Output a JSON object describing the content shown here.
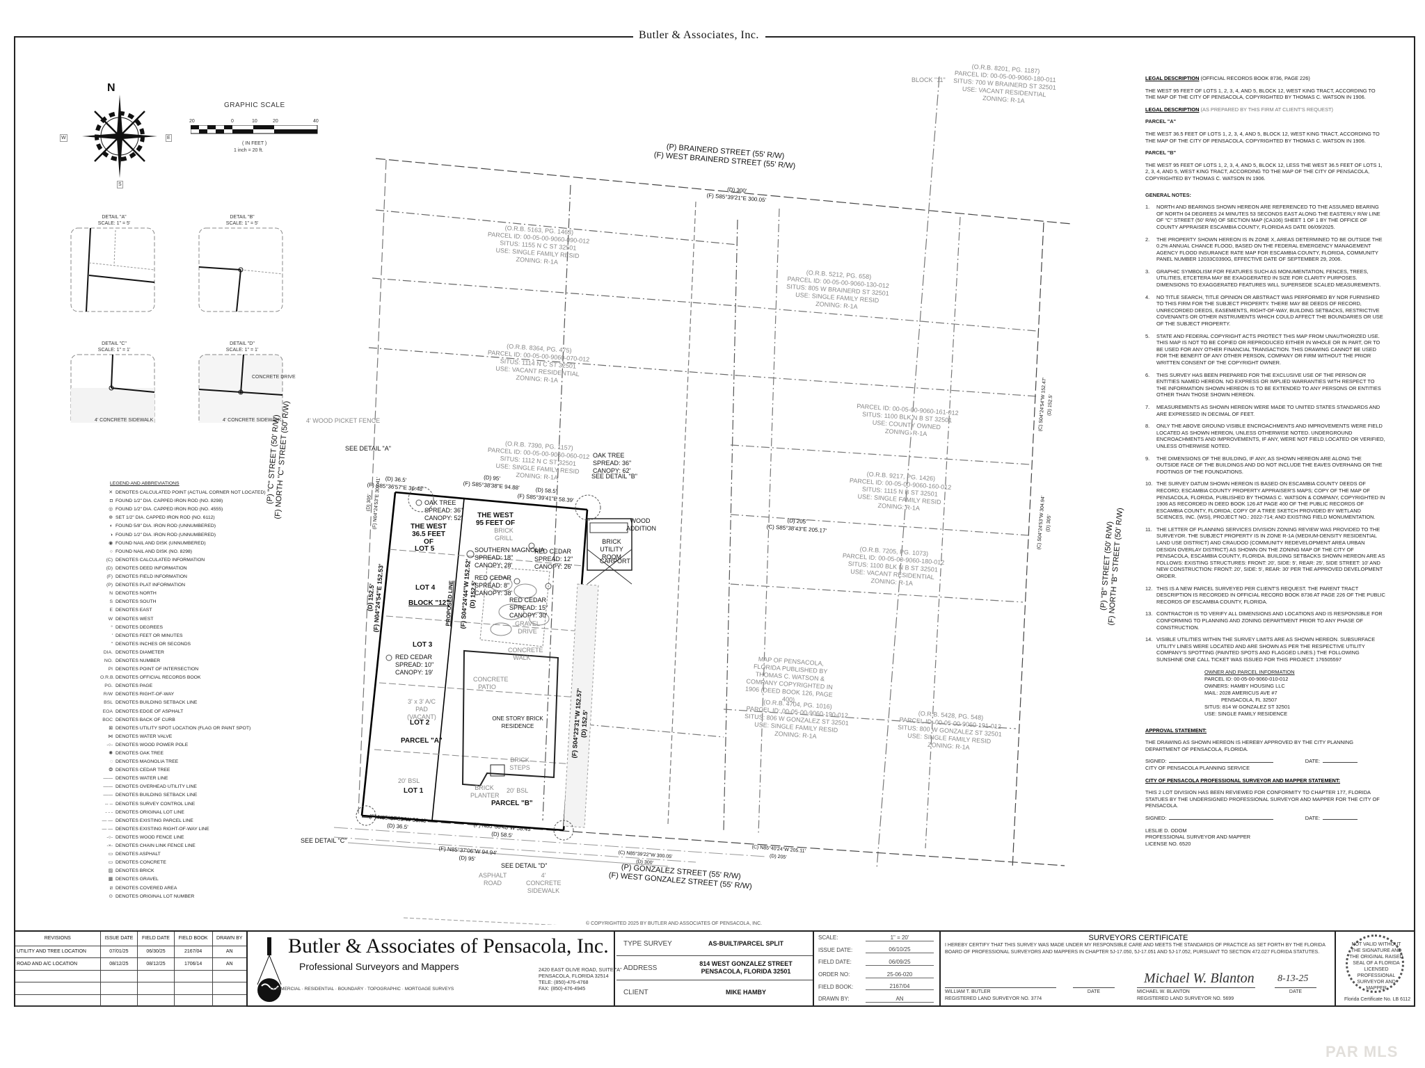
{
  "header": {
    "title": "Butler & Associates, Inc."
  },
  "north_arrow": {
    "label": "N",
    "east": "E",
    "west": "W",
    "south": "S"
  },
  "graphic_scale": {
    "title": "GRAPHIC SCALE",
    "ticks": [
      "20",
      "0",
      "10",
      "20",
      "40"
    ],
    "unit": "( IN FEET )",
    "ratio": "1 inch = 20 ft."
  },
  "details": [
    {
      "name": "DETAIL \"A\"",
      "scale": "SCALE: 1\" = 5'"
    },
    {
      "name": "DETAIL \"B\"",
      "scale": "SCALE: 1\" = 5'"
    },
    {
      "name": "DETAIL \"C\"",
      "scale": "SCALE: 1\" = 1'",
      "note": "4' CONCRETE SIDEWALK"
    },
    {
      "name": "DETAIL \"D\"",
      "scale": "SCALE: 1\" = 1'",
      "note": "4' CONCRETE SIDEWALK",
      "note2": "CONCRETE DRIVE"
    }
  ],
  "legend": {
    "title": "LEGEND AND ABBREVIATIONS",
    "items": [
      {
        "sym": "✕",
        "text": "DENOTES CALCULATED POINT (ACTUAL CORNER NOT LOCATED)"
      },
      {
        "sym": "◘",
        "text": "FOUND 1/2\" DIA. CAPPED IRON ROD (NO. 8298)"
      },
      {
        "sym": "◎",
        "text": "FOUND 1/2\" DIA. CAPPED IRON ROD (NO. 4555)"
      },
      {
        "sym": "⊕",
        "text": "SET 1/2\" DIA. CAPPED IRON ROD (NO. 6112)"
      },
      {
        "sym": "◐",
        "text": "FOUND 5/8\" DIA. IRON ROD (UNNUMBERED)"
      },
      {
        "sym": "◑",
        "text": "FOUND 1/2\" DIA. IRON ROD (UNNUMBERED)"
      },
      {
        "sym": "◉",
        "text": "FOUND NAIL AND DISK (UNNUMBERED)"
      },
      {
        "sym": "○",
        "text": "FOUND NAIL AND DISK (NO. 8298)"
      },
      {
        "sym": "(C)",
        "text": "DENOTES CALCULATED INFORMATION"
      },
      {
        "sym": "(D)",
        "text": "DENOTES DEED INFORMATION"
      },
      {
        "sym": "(F)",
        "text": "DENOTES FIELD INFORMATION"
      },
      {
        "sym": "(P)",
        "text": "DENOTES PLAT INFORMATION"
      },
      {
        "sym": "N",
        "text": "DENOTES NORTH"
      },
      {
        "sym": "S",
        "text": "DENOTES SOUTH"
      },
      {
        "sym": "E",
        "text": "DENOTES EAST"
      },
      {
        "sym": "W",
        "text": "DENOTES WEST"
      },
      {
        "sym": "°",
        "text": "DENOTES DEGREES"
      },
      {
        "sym": "'",
        "text": "DENOTES FEET OR MINUTES"
      },
      {
        "sym": "\"",
        "text": "DENOTES INCHES OR SECONDS"
      },
      {
        "sym": "DIA.",
        "text": "DENOTES DIAMETER"
      },
      {
        "sym": "NO.",
        "text": "DENOTES NUMBER"
      },
      {
        "sym": "PI",
        "text": "DENOTES POINT OF INTERSECTION"
      },
      {
        "sym": "O.R.B.",
        "text": "DENOTES OFFICIAL RECORDS BOOK"
      },
      {
        "sym": "PG.",
        "text": "DENOTES PAGE"
      },
      {
        "sym": "R/W",
        "text": "DENOTES RIGHT-OF-WAY"
      },
      {
        "sym": "BSL",
        "text": "DENOTES BUILDING SETBACK LINE"
      },
      {
        "sym": "EOA",
        "text": "DENOTES EDGE OF ASPHALT"
      },
      {
        "sym": "BOC",
        "text": "DENOTES BACK OF CURB"
      },
      {
        "sym": "⊠",
        "text": "DENOTES UTILITY SPOT LOCATION (FLAG OR PAINT SPOT)"
      },
      {
        "sym": "⋈",
        "text": "DENOTES WATER VALVE"
      },
      {
        "sym": "-○-",
        "text": "DENOTES WOOD POWER POLE"
      },
      {
        "sym": "✺",
        "text": "DENOTES OAK TREE"
      },
      {
        "sym": "◌",
        "text": "DENOTES MAGNOLIA TREE"
      },
      {
        "sym": "❂",
        "text": "DENOTES CEDAR TREE"
      },
      {
        "sym": "——",
        "text": "DENOTES WATER LINE"
      },
      {
        "sym": "——",
        "text": "DENOTES OVERHEAD UTILITY LINE"
      },
      {
        "sym": "——",
        "text": "DENOTES BUILDING SETBACK LINE"
      },
      {
        "sym": "-- --",
        "text": "DENOTES SURVEY CONTROL LINE"
      },
      {
        "sym": "- - -",
        "text": "DENOTES ORIGINAL LOT LINE"
      },
      {
        "sym": "— —",
        "text": "DENOTES EXISTING PARCEL LINE"
      },
      {
        "sym": "— —",
        "text": "DENOTES EXISTING RIGHT-OF-WAY LINE"
      },
      {
        "sym": "-○-",
        "text": "DENOTES WOOD FENCE LINE"
      },
      {
        "sym": "-×-",
        "text": "DENOTES CHAIN LINK FENCE LINE"
      },
      {
        "sym": "▭",
        "text": "DENOTES ASPHALT"
      },
      {
        "sym": "▭",
        "text": "DENOTES CONCRETE"
      },
      {
        "sym": "▨",
        "text": "DENOTES BRICK"
      },
      {
        "sym": "▦",
        "text": "DENOTES GRAVEL"
      },
      {
        "sym": "⧄",
        "text": "DENOTES COVERED AREA"
      },
      {
        "sym": "⊙",
        "text": "DENOTES ORIGINAL LOT NUMBER"
      }
    ]
  },
  "plan": {
    "streets": {
      "north_p": "(P) BRAINERD STREET (55' R/W)",
      "north_f": "(F) WEST BRAINERD STREET (55' R/W)",
      "south_p": "(P) GONZALEZ STREET (55' R/W)",
      "south_f": "(F) WEST GONZALEZ STREET (55' R/W)",
      "west_p": "(P) \"C\" STREET (50' R/W)",
      "west_f": "(F) NORTH \"C\" STREET (50' R/W)",
      "east_p": "(P) \"B\" STREET (50' R/W)",
      "east_f": "(F) NORTH \"B\" STREET (50' R/W)"
    },
    "bearings": {
      "north_d": "(D) 300'",
      "north_f": "(F) S85°39'21\"E 300.05'",
      "mid_d": "(D) 205'",
      "mid_c": "(C) S85°38'43\"E 205.17'",
      "top_a_d": "(D) 36.5'",
      "top_a_f": "(F) S85°36'57\"E 36.48'",
      "top_95_d": "(D) 95'",
      "top_95_f": "(F) S85°38'38\"E 94.88'",
      "top_b_d": "(D) 58.5'",
      "top_b_f": "(F) S85°39'41\"E 58.39'",
      "bot_a_f": "(F) N85°37'35\"W 36.49'",
      "bot_a_d": "(D) 36.5'",
      "bot_b_f": "(F) N85°36'48\"W 58.45'",
      "bot_b_d": "(D) 58.5'",
      "bot_95_f": "(F) N85°37'06\"W 94.94'",
      "bot_95_d": "(D) 95'",
      "south_c": "(C) N85°39'22\"W 300.05'",
      "south_d": "(D) 300'",
      "south_e_c": "(C) N85°40'24\"W 205.11'",
      "south_e_d": "(D) 205'",
      "west_d": "(D) 305'",
      "west_f": "(F) N04°24'53\"E 303.41'",
      "west_lot_d": "(D) 152.5'",
      "west_lot_f": "(F) N04°24'54\"E 152.53'",
      "prop_f": "(F) S04°24'44\"W 152.52'",
      "prop_d": "(D) 152.5'",
      "east_lot_f": "(F) S04°23'31\"W 152.57'",
      "east_lot_d": "(D) 152.5'",
      "east_c": "(C) S04°24'53\"W 304.94'",
      "east_d": "(D) 305'",
      "east_top_c": "(C) S04°24'54\"W 152.47'",
      "east_top_d": "(D) 152.5'"
    },
    "labels": {
      "west_365": "THE WEST 36.5 FEET OF",
      "lot5": "LOT 5",
      "lot4": "LOT 4",
      "block": "BLOCK \"12\"",
      "lot3": "LOT 3",
      "lot2": "LOT 2",
      "parcel_a": "PARCEL \"A\"",
      "lot1": "LOT 1",
      "west_95": "THE WEST 95 FEET OF",
      "parcel_b": "PARCEL \"B\"",
      "residence": "ONE STORY BRICK RESIDENCE",
      "proposed": "PROPOSED LINE",
      "utility": "BRICK UTILITY ROOM",
      "carport": "CARPORT",
      "wood_add": "WOOD ADDITION",
      "gravel": "GRAVEL DRIVE",
      "walk": "CONCRETE WALK",
      "patio": "CONCRETE PATIO",
      "planter": "BRICK PLANTER",
      "steps": "BRICK STEPS",
      "ac_pad": "3' x 3' A/C PAD (VACANT)",
      "grill": "BRICK GRILL",
      "asphalt": "ASPHALT ROAD",
      "sidewalk": "4' CONCRETE SIDEWALK",
      "see_a": "SEE DETAIL \"A\"",
      "see_b": "SEE DETAIL \"B\"",
      "see_c": "SEE DETAIL \"C\"",
      "see_d": "SEE DETAIL \"D\"",
      "fence": "4' WOOD PICKET FENCE",
      "bsl": "20' BSL"
    },
    "trees": [
      {
        "label": "OAK TREE",
        "spread": "SPREAD: 36\"",
        "canopy": "CANOPY: 52'"
      },
      {
        "label": "SOUTHERN MAGNOLIA",
        "spread": "SPREAD: 18\"",
        "canopy": "CANOPY: 28'"
      },
      {
        "label": "RED CEDAR",
        "spread": "SPREAD: 12\"",
        "canopy": "CANOPY: 26'"
      },
      {
        "label": "RED CEDAR",
        "spread": "SPREAD: 8\"",
        "canopy": "CANOPY: 38'"
      },
      {
        "label": "RED CEDAR",
        "spread": "SPREAD: 15\"",
        "canopy": "CANOPY: 30'"
      },
      {
        "label": "RED CEDAR",
        "spread": "SPREAD: 10\"",
        "canopy": "CANOPY: 19'"
      },
      {
        "label": "OAK TREE",
        "spread": "SPREAD: 36\"",
        "canopy": "CANOPY: 62'"
      }
    ],
    "neighbors": [
      {
        "orb": "(O.R.B. 8201, PG. 1187)",
        "parcel": "PARCEL ID: 00-05-00-9060-180-011",
        "situs": "SITUS: 700 W BRAINERD ST 32501",
        "use": "USE: VACANT RESIDENTIAL",
        "zoning": "ZONING: R-1A"
      },
      {
        "orb": "(O.R.B. 5163, PG. 1463)",
        "parcel": "PARCEL ID: 00-05-00-9060-090-012",
        "situs": "SITUS: 1155 N C ST 32501",
        "use": "USE: SINGLE FAMILY RESID",
        "zoning": "ZONING: R-1A"
      },
      {
        "orb": "(O.R.B. 8364, PG. 475)",
        "parcel": "PARCEL ID: 00-05-00-9060-070-012",
        "situs": "SITUS: 1114 N C ST 32501",
        "use": "USE: VACANT RESIDENTIAL",
        "zoning": "ZONING: R-1A"
      },
      {
        "orb": "(O.R.B. 7390, PG. 1157)",
        "parcel": "PARCEL ID: 00-05-00-9060-060-012",
        "situs": "SITUS: 1112 N C ST 32501",
        "use": "USE: SINGLE FAMILY RESID",
        "zoning": "ZONING: R-1A"
      },
      {
        "orb": "(O.R.B. 5212, PG. 658)",
        "parcel": "PARCEL ID: 00-05-00-9060-130-012",
        "situs": "SITUS: 805 W BRAINERD ST 32501",
        "use": "USE: SINGLE FAMILY RESID",
        "zoning": "ZONING: R-1A"
      },
      {
        "orb": "",
        "parcel": "PARCEL ID: 00-05-00-9060-161-012",
        "situs": "SITUS: 1100 BLK N B ST 32501",
        "use": "USE: COUNTY OWNED",
        "zoning": "ZONING: R-1A"
      },
      {
        "orb": "(O.R.B. 9217, PG. 1426)",
        "parcel": "PARCEL ID: 00-05-00-9060-160-012",
        "situs": "SITUS: 1115 N B ST 32501",
        "use": "USE: SINGLE FAMILY RESID",
        "zoning": "ZONING: R-1A"
      },
      {
        "orb": "(O.R.B. 7205, PG. 1073)",
        "parcel": "PARCEL ID: 00-05-00-9060-180-012",
        "situs": "SITUS: 1100 BLK N B ST 32501",
        "use": "USE: VACANT RESIDENTIAL",
        "zoning": "ZONING: R-1A"
      },
      {
        "orb": "(O.R.B. 4704, PG. 1016)",
        "parcel": "PARCEL ID: 00-05-00-9060-190-012",
        "situs": "SITUS: 806 W GONZALEZ ST 32501",
        "use": "USE: SINGLE FAMILY RESID",
        "zoning": "ZONING: R-1A"
      },
      {
        "orb": "(O.R.B. 5428, PG. 548)",
        "parcel": "PARCEL ID: 00-05-00-9060-191-012",
        "situs": "SITUS: 800 W GONZALEZ ST 32501",
        "use": "USE: SINGLE FAMILY RESID",
        "zoning": "ZONING: R-1A"
      }
    ],
    "map_note": "MAP OF PENSACOLA, FLORIDA PUBLISHED BY THOMAS C. WATSON & COMPANY COPYRIGHTED IN 1906 (DEED BOOK 126, PAGE 400)",
    "block_label": "BLOCK \"11\""
  },
  "notes": {
    "legal1_title": "LEGAL DESCRIPTION",
    "legal1_sub": "(OFFICIAL RECORDS BOOK 8736, PAGE 226)",
    "legal1_text": "THE WEST 95 FEET OF LOTS 1, 2, 3, 4, AND 5, BLOCK 12, WEST KING TRACT, ACCORDING TO THE MAP OF THE CITY OF PENSACOLA, COPYRIGHTED BY THOMAS C. WATSON IN 1906.",
    "legal2_title": "LEGAL DESCRIPTION",
    "legal2_sub": "(AS PREPARED BY THIS FIRM AT CLIENT'S REQUEST)",
    "parcel_a_title": "PARCEL \"A\"",
    "parcel_a_text": "THE WEST 36.5 FEET OF LOTS 1, 2, 3, 4, AND 5, BLOCK 12, WEST KING TRACT, ACCORDING TO THE MAP OF THE CITY OF PENSACOLA, COPYRIGHTED BY THOMAS C. WATSON IN 1906.",
    "parcel_b_title": "PARCEL \"B\"",
    "parcel_b_text": "THE WEST 95 FEET OF LOTS 1, 2, 3, 4, AND 5, BLOCK 12, LESS THE WEST 36.5 FEET OF LOTS 1, 2, 3, 4, AND 5, WEST KING TRACT, ACCORDING TO THE MAP OF THE CITY OF PENSACOLA, COPYRIGHTED BY THOMAS C. WATSON IN 1906.",
    "general_title": "GENERAL NOTES:",
    "general": [
      "NORTH AND BEARINGS SHOWN HEREON ARE REFERENCED TO THE ASSUMED BEARING OF NORTH 04 DEGREES 24 MINUTES 53 SECONDS EAST ALONG THE EASTERLY R/W LINE OF \"C\" STREET (50' R/W) OF SECTION MAP (CA106) SHEET 1 OF 1 BY THE OFFICE OF COUNTY APPRAISER ESCAMBIA COUNTY, FLORIDA AS DATE 06/09/2025.",
      "THE PROPERTY SHOWN HEREON IS IN ZONE X, AREAS DETERMINED TO BE OUTSIDE THE 0.2% ANNUAL CHANCE FLOOD, BASED ON THE FEDERAL EMERGENCY MANAGEMENT AGENCY FLOOD INSURANCE RATE MAP FOR ESCAMBIA COUNTY, FLORIDA, COMMUNITY PANEL NUMBER 12033C0390G, EFFECTIVE DATE OF SEPTEMBER 29, 2006.",
      "GRAPHIC SYMBOLISM FOR FEATURES SUCH AS MONUMENTATION, FENCES, TREES, UTILITIES, ETCETERA MAY BE EXAGGERATED IN SIZE FOR CLARITY PURPOSES. DIMENSIONS TO EXAGGERATED FEATURES WILL SUPERSEDE SCALED MEASUREMENTS.",
      "NO TITLE SEARCH, TITLE OPINION OR ABSTRACT WAS PERFORMED BY NOR FURNISHED TO THIS FIRM FOR THE SUBJECT PROPERTY. THERE MAY BE DEEDS OF RECORD, UNRECORDED DEEDS, EASEMENTS, RIGHT-OF-WAY, BUILDING SETBACKS, RESTRICTIVE COVENANTS OR OTHER INSTRUMENTS WHICH COULD AFFECT THE BOUNDARIES OR USE OF THE SUBJECT PROPERTY.",
      "STATE AND FEDERAL COPYRIGHT ACTS PROTECT THIS MAP FROM UNAUTHORIZED USE. THIS MAP IS NOT TO BE COPIED OR REPRODUCED EITHER IN WHOLE OR IN PART, OR TO BE USED FOR ANY OTHER FINANCIAL TRANSACTION. THIS DRAWING CANNOT BE USED FOR THE BENEFIT OF ANY OTHER PERSON, COMPANY OR FIRM WITHOUT THE PRIOR WRITTEN CONSENT OF THE COPYRIGHT OWNER.",
      "THIS SURVEY HAS BEEN PREPARED FOR THE EXCLUSIVE USE OF THE PERSON OR ENTITIES NAMED HEREON. NO EXPRESS OR IMPLIED WARRANTIES WITH RESPECT TO THE INFORMATION SHOWN HEREON IS TO BE EXTENDED TO ANY PERSONS OR ENTITIES OTHER THAN THOSE SHOWN HEREON.",
      "MEASUREMENTS AS SHOWN HEREON WERE MADE TO UNITED STATES STANDARDS AND ARE EXPRESSED IN DECIMAL OF FEET.",
      "ONLY THE ABOVE GROUND VISIBLE ENCROACHMENTS AND IMPROVEMENTS WERE FIELD LOCATED AS SHOWN HEREON, UNLESS OTHERWISE NOTED. UNDERGROUND ENCROACHMENTS AND IMPROVEMENTS, IF ANY, WERE NOT FIELD LOCATED OR VERIFIED, UNLESS OTHERWISE NOTED.",
      "THE DIMENSIONS OF THE BUILDING, IF ANY, AS SHOWN HEREON ARE ALONG THE OUTSIDE FACE OF THE BUILDINGS AND DO NOT INCLUDE THE EAVES OVERHANG OR THE FOOTINGS OF THE FOUNDATIONS.",
      "THE SURVEY DATUM SHOWN HEREON IS BASED ON ESCAMBIA COUNTY DEEDS OF RECORD; ESCAMBIA COUNTY PROPERTY APPRAISER'S MAPS; COPY OF THE MAP OF PENSACOLA, FLORIDA, PUBLISHED BY THOMAS C. WATSON & COMPANY, COPYRIGHTED IN 1906 AS RECORDED IN DEED BOOK 126 AT PAGE 400 OF THE PUBLIC RECORDS OF ESCAMBIA COUNTY, FLORIDA; COPY OF A TREE SKETCH PROVIDED BY WETLAND SCIENCES, INC. (WSI), PROJECT NO.: 2022-714; AND EXISTING FIELD MONUMENTATION.",
      "THE LETTER OF PLANNING SERVICES DIVISION ZONING REVIEW WAS PROVIDED TO THE SURVEYOR. THE SUBJECT PROPERTY IS IN ZONE R-1A (MEDIUM-DENSITY RESIDENTIAL LAND USE DISTRICT) AND CRAUDOD (COMMUNITY REDEVELOPMENT AREA URBAN DESIGN OVERLAY DISTRICT) AS SHOWN ON THE ZONING MAP OF THE CITY OF PENSACOLA, ESCAMBIA COUNTY, FLORIDA. BUILDING SETBACKS SHOWN HEREON ARE AS FOLLOWS: EXISTING STRUCTURES: FRONT: 20', SIDE: 5', REAR: 25', SIDE STREET: 10' AND NEW CONSTRUCTION: FRONT: 20', SIDE: 5', REAR: 30' PER THE APPROVED DEVELOPMENT ORDER.",
      "THIS IS A NEW PARCEL SURVEYED PER CLIENT'S REQUEST. THE PARENT TRACT DESCRIPTION IS RECORDED IN OFFICIAL RECORD BOOK 8736 AT PAGE 226 OF THE PUBLIC RECORDS OF ESCAMBIA COUNTY, FLORIDA.",
      "CONTRACTOR IS TO VERIFY ALL DIMENSIONS AND LOCATIONS AND IS RESPONSIBLE FOR CONFORMING TO PLANNING AND ZONING DEPARTMENT PRIOR TO ANY PHASE OF CONSTRUCTION.",
      "VISIBLE UTILITIES WITHIN THE SURVEY LIMITS ARE AS SHOWN HEREON. SUBSURFACE UTILITY LINES WERE LOCATED AND ARE SHOWN AS PER THE RESPECTIVE UTILITY COMPANY'S SPOTTING (PAINTED SPOTS AND FLAGGED LINES.) THE FOLLOWING SUNSHINE ONE CALL TICKET WAS ISSUED FOR THIS PROJECT: 176505597"
    ],
    "owner": {
      "title": "OWNER AND PARCEL INFORMATION",
      "parcel_id": "PARCEL ID: 00-05-00-9060-010-012",
      "owners": "OWNERS: HAMBY HOUSING LLC",
      "mail1": "MAIL: 2028 AMERICUS AVE #7",
      "mail2": "PENSACOLA, FL 32507",
      "situs": "SITUS: 814 W GONZALEZ ST 32501",
      "use": "USE: SINGLE FAMILY RESIDENCE"
    },
    "approval": {
      "title": "APPROVAL STATEMENT:",
      "text": "THE DRAWING AS SHOWN HEREON IS HEREBY APPROVED BY THE CITY PLANNING DEPARTMENT OF PENSACOLA, FLORIDA.",
      "signed": "SIGNED:",
      "date": "DATE:",
      "by": "CITY OF PENSACOLA PLANNING SERVICE"
    },
    "city_surveyor": {
      "title": "CITY OF PENSACOLA PROFESSIONAL SURVEYOR AND MAPPER STATEMENT:",
      "text": "THIS 2 LOT DIVISION HAS BEEN REVIEWED FOR CONFORMITY TO CHAPTER 177, FLORIDA STATUES BY THE UNDERSIGNED PROFESSIONAL SURVEYOR AND MAPPER FOR THE CITY OF PENSACOLA.",
      "signed": "SIGNED:",
      "date": "DATE:",
      "name": "LESLIE D. ODOM",
      "role": "PROFESSIONAL SURVEYOR AND MAPPER",
      "license": "LICENSE NO. 6520"
    }
  },
  "title_block": {
    "revisions": {
      "headers": [
        "REVISIONS",
        "ISSUE DATE",
        "FIELD DATE",
        "FIELD BOOK",
        "DRAWN BY"
      ],
      "rows": [
        [
          "UTILITY AND TREE LOCATION",
          "07/01/25",
          "06/30/25",
          "2167/04",
          "AN"
        ],
        [
          "ROAD AND A/C LOCATION",
          "08/12/25",
          "08/12/25",
          "1706/14",
          "AN"
        ],
        [
          "",
          "",
          "",
          "",
          ""
        ],
        [
          "",
          "",
          "",
          "",
          ""
        ],
        [
          "",
          "",
          "",
          "",
          ""
        ]
      ]
    },
    "company": {
      "name": "Butler & Associates of Pensacola, Inc.",
      "tagline": "Professional Surveyors and Mappers",
      "services": "COMMERCIAL · RESIDENTIAL · BOUNDARY · TOPOGRAPHIC · MORTGAGE SURVEYS",
      "addr1": "2420 EAST OLIVE ROAD, SUITE \"A\"",
      "addr2": "PENSACOLA, FLORIDA  32514",
      "tele": "TELE: (850)-476-4768",
      "fax": "FAX: (850)-476-4945"
    },
    "survey": {
      "type_label": "TYPE SURVEY",
      "type_value": "AS-BUILT/PARCEL SPLIT",
      "address_label": "ADDRESS",
      "address_line1": "814 WEST GONZALEZ STREET",
      "address_line2": "PENSACOLA, FLORIDA 32501",
      "client_label": "CLIENT",
      "client_value": "MIKE HAMBY"
    },
    "meta": [
      {
        "k": "SCALE:",
        "v": "1\" = 20'"
      },
      {
        "k": "ISSUE DATE:",
        "v": "06/10/25"
      },
      {
        "k": "FIELD DATE:",
        "v": "06/09/25"
      },
      {
        "k": "ORDER NO:",
        "v": "25-06-020"
      },
      {
        "k": "FIELD BOOK:",
        "v": "2167/04"
      },
      {
        "k": "DRAWN BY:",
        "v": "AN"
      }
    ],
    "certificate": {
      "title": "SURVEYORS CERTIFICATE",
      "text": "I HEREBY CERTIFY THAT THIS SURVEY WAS MADE UNDER MY RESPONSIBLE CARE AND MEETS THE STANDARDS OF PRACTICE AS SET FORTH BY THE FLORIDA BOARD OF PROFESSIONAL SURVEYORS AND MAPPERS IN CHAPTER 5J-17.050, 5J-17.051 AND 5J-17.052, PURSUANT TO SECTION 472.027 FLORIDA STATUTES.",
      "sig1_name": "WILLIAM T. BUTLER",
      "sig1_reg": "REGISTERED LAND SURVEYOR NO. 3774",
      "date_label": "DATE",
      "sig2_name": "MICHAEL W. BLANTON",
      "sig2_reg": "REGISTERED LAND SURVEYOR NO. 5699",
      "signature": "Michael W. Blanton",
      "signed_date": "8-13-25"
    },
    "seal": {
      "text": "NOT VALID WITHOUT THE SIGNATURE AND THE ORIGINAL RAISED SEAL OF A FLORIDA LICENSED PROFESSIONAL SURVEYOR AND MAPPER",
      "license": "Florida Certificate No. LB 6112"
    }
  },
  "copyright": "© COPYRIGHTED 2025 BY BUTLER AND ASSOCIATES OF PENSACOLA, INC.",
  "watermark": "PAR MLS"
}
